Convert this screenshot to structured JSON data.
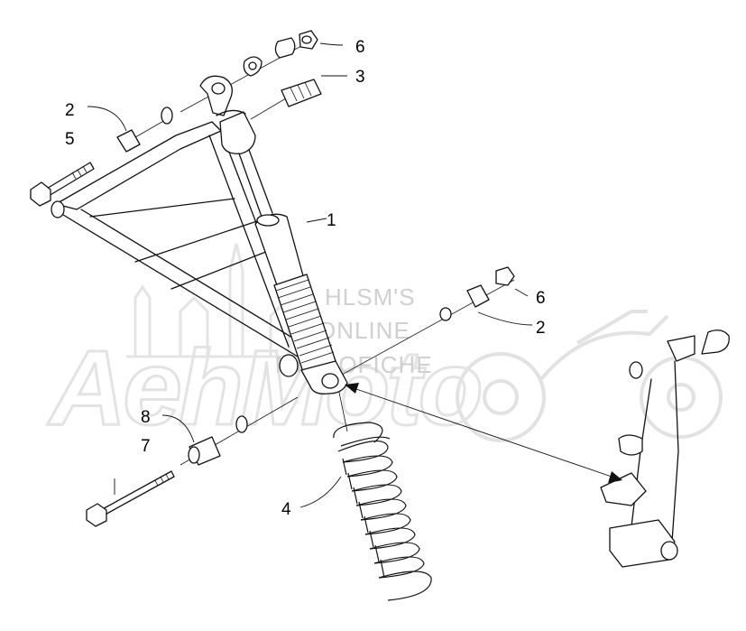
{
  "watermark": {
    "line1": "HLSM'S",
    "line2": "ONLINE",
    "line3": "MICROFICHE",
    "logo": "AehMoto"
  },
  "callouts": [
    {
      "id": "c6a",
      "label": "6"
    },
    {
      "id": "c3",
      "label": "3"
    },
    {
      "id": "c2a",
      "label": "2"
    },
    {
      "id": "c5",
      "label": "5"
    },
    {
      "id": "c1",
      "label": "1"
    },
    {
      "id": "c6b",
      "label": "6"
    },
    {
      "id": "c2b",
      "label": "2"
    },
    {
      "id": "c8",
      "label": "8"
    },
    {
      "id": "c7",
      "label": "7"
    },
    {
      "id": "c4",
      "label": "4"
    }
  ]
}
